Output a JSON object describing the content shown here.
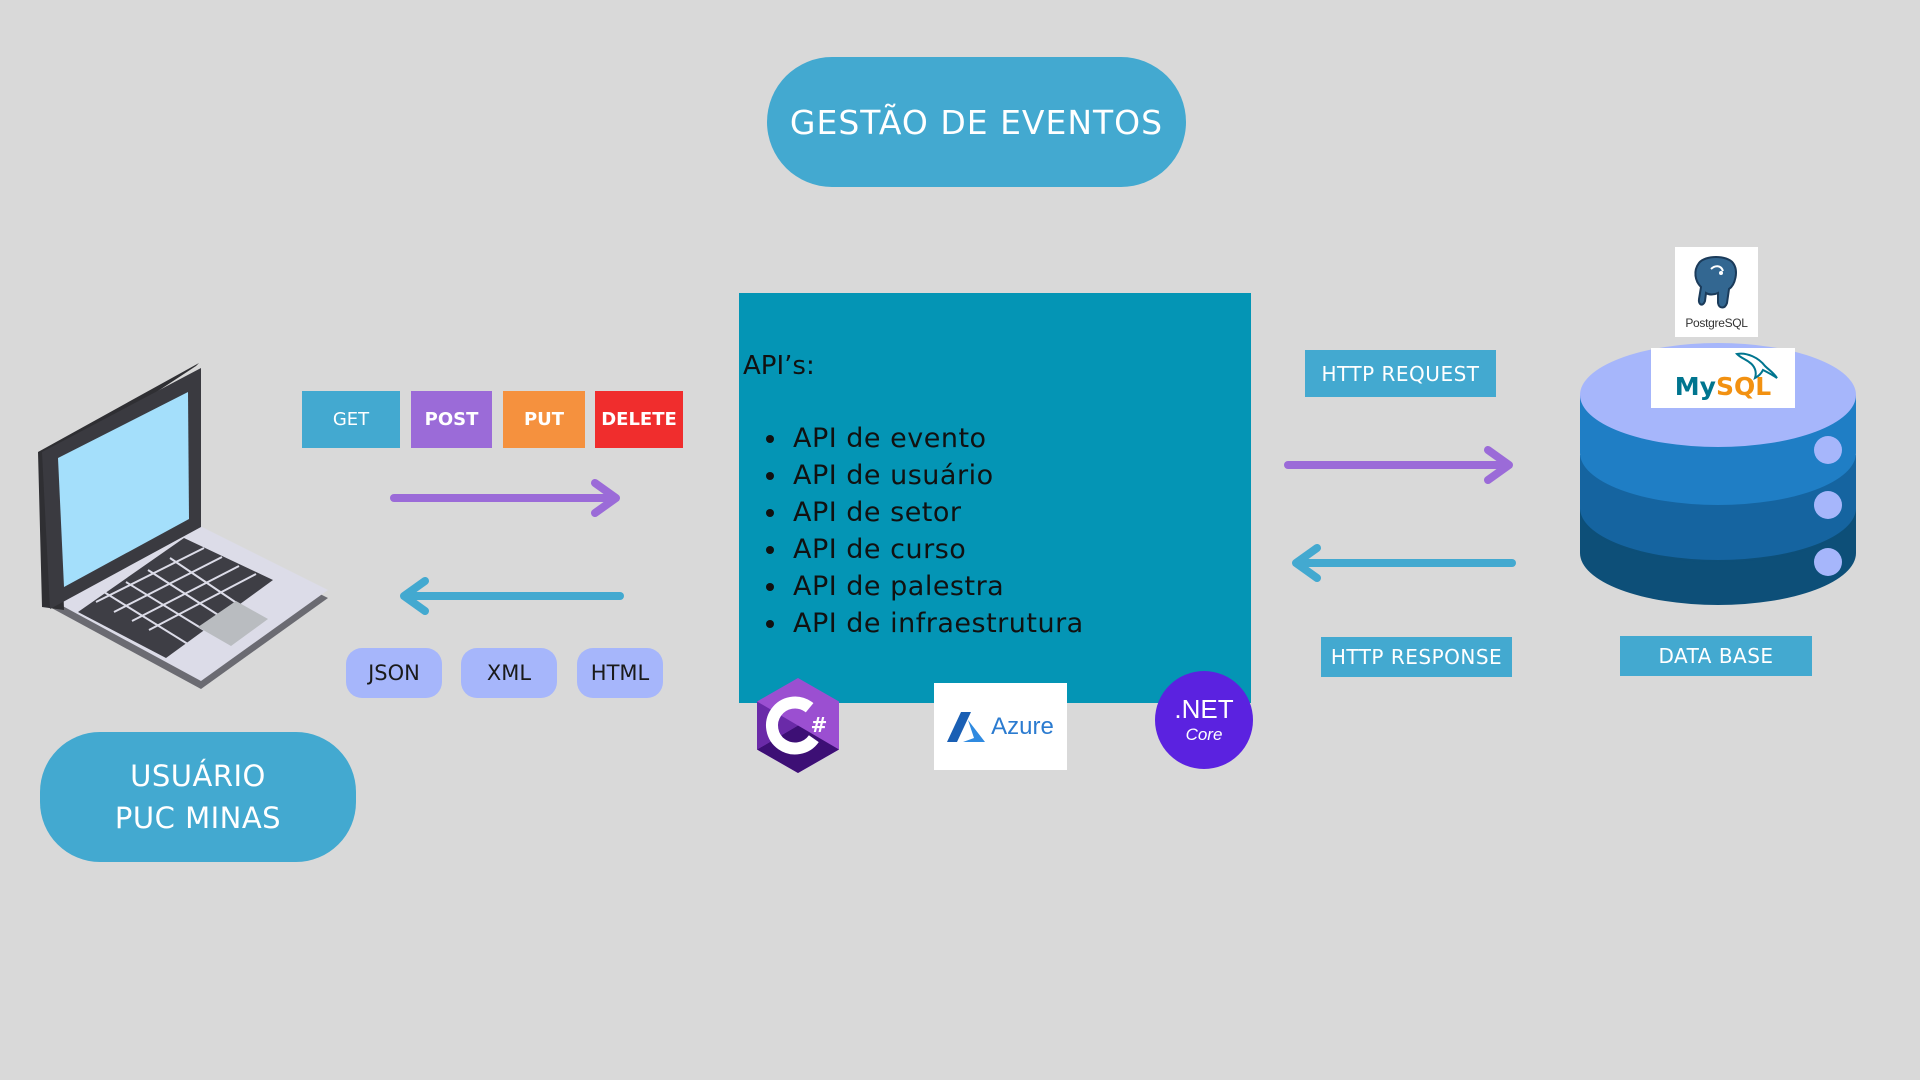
{
  "title": "GESTÃO DE EVENTOS",
  "user": {
    "line1": "USUÁRIO",
    "line2": "PUC MINAS"
  },
  "methods": [
    {
      "label": "GET",
      "color": "#43a9d0"
    },
    {
      "label": "POST",
      "color": "#9b6bd8"
    },
    {
      "label": "PUT",
      "color": "#f5913e"
    },
    {
      "label": "DELETE",
      "color": "#f02d2d"
    }
  ],
  "formats": [
    "JSON",
    "XML",
    "HTML"
  ],
  "api": {
    "title": "API’s:",
    "items": [
      "API de evento",
      "API de usuário",
      "API de setor",
      "API de curso",
      "API de palestra",
      "API de infraestrutura"
    ]
  },
  "http": {
    "request": "HTTP REQUEST",
    "response": "HTTP RESPONSE"
  },
  "database": {
    "label": "DATA BASE"
  },
  "logos": {
    "csharp": "C#",
    "azure": "Azure",
    "net_main": ".NET",
    "net_sub": "Core",
    "postgres": "PostgreSQL",
    "mysql_my": "My",
    "mysql_sql": "SQL"
  },
  "colors": {
    "request_arrow": "#9b6bd8",
    "response_arrow": "#43a9d0",
    "api_box": "#0495b5"
  }
}
